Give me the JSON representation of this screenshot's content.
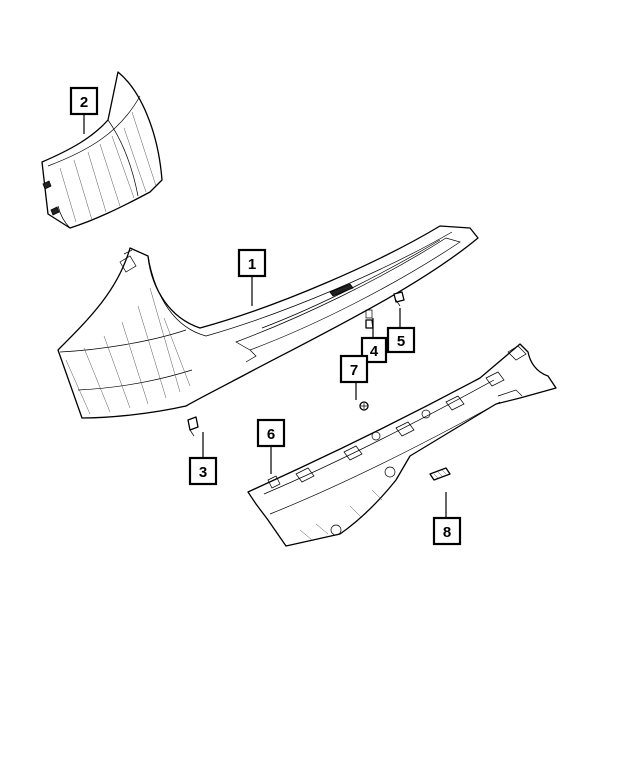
{
  "callouts": [
    {
      "number": "1"
    },
    {
      "number": "2"
    },
    {
      "number": "3"
    },
    {
      "number": "4"
    },
    {
      "number": "5"
    },
    {
      "number": "6"
    },
    {
      "number": "7"
    },
    {
      "number": "8"
    }
  ],
  "colors": {
    "line": "#000000",
    "background": "#ffffff",
    "shading": "#555555"
  }
}
